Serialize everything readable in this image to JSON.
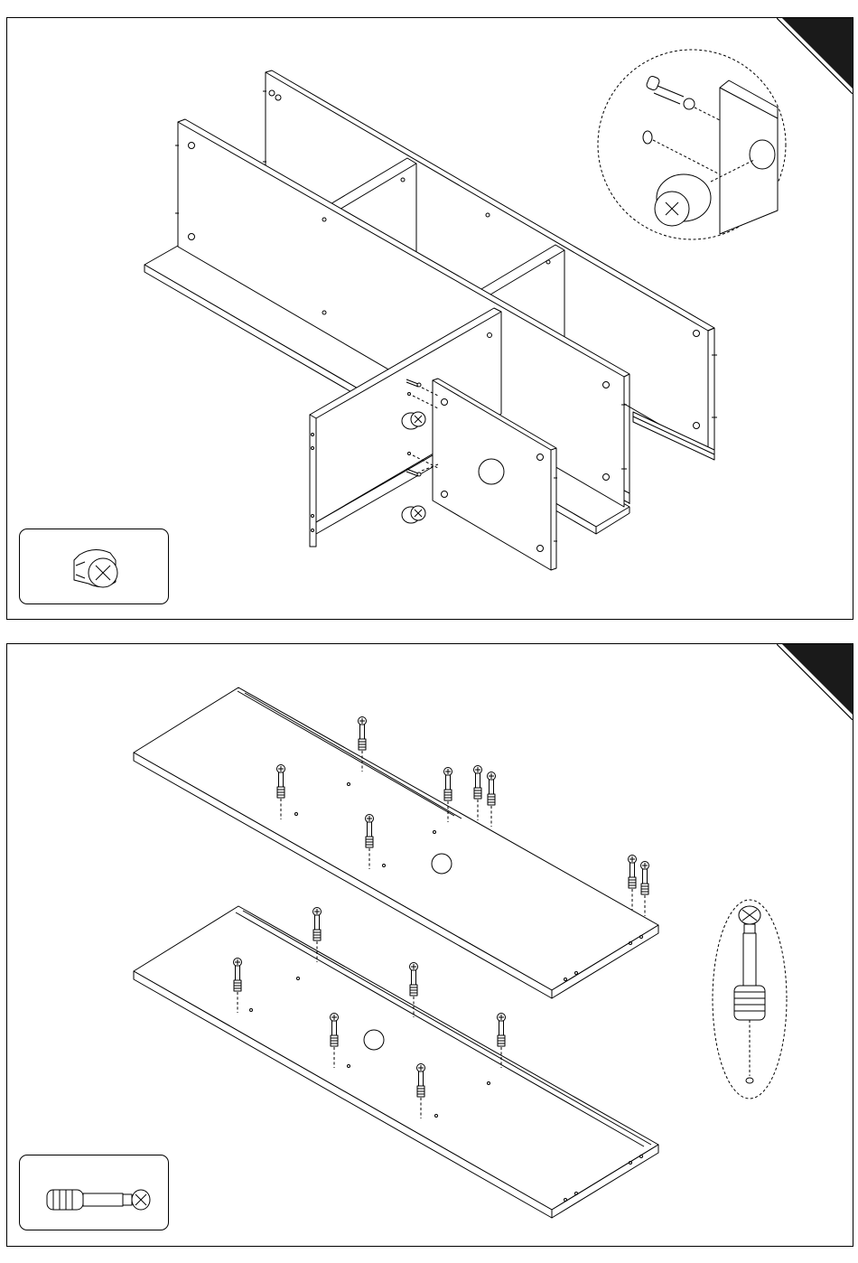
{
  "figure": {
    "steps": [
      {
        "callout_parts": [
          "cam-lock",
          "cam-bolt"
        ],
        "legend_part": "cam-lock"
      },
      {
        "callout_parts": [
          "cam-bolt"
        ],
        "legend_part": "cam-bolt"
      }
    ],
    "colors": {
      "line": "#000000",
      "corner_tab": "#1a1a1a",
      "background": "#ffffff"
    }
  }
}
